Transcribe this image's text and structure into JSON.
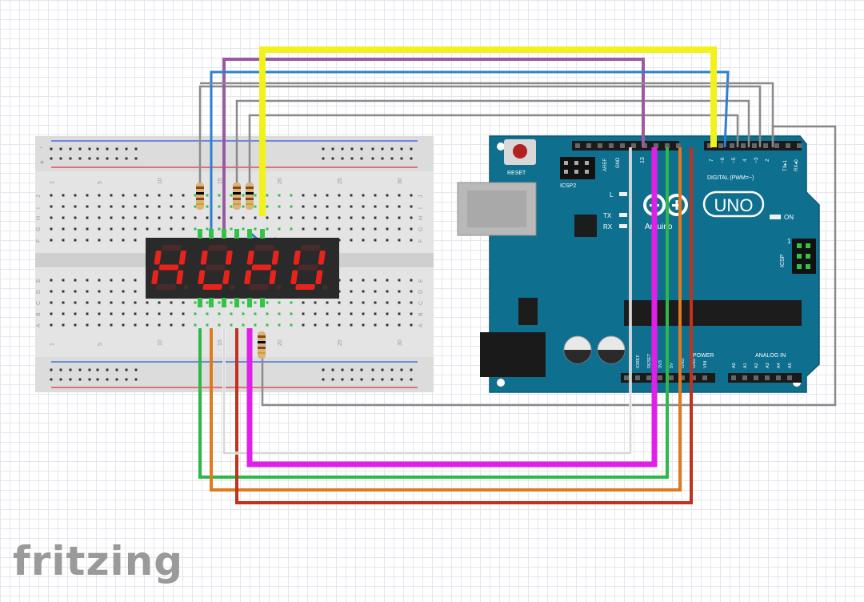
{
  "app": {
    "logo_text": "fritzing"
  },
  "colors": {
    "board": "#0f6f8f",
    "breadboard": "#e4e4e4",
    "display_body": "#2a2a2a",
    "segment_on": "#e8231c",
    "segment_off": "#4a2a2a",
    "wire_yellow": "#f2f21a",
    "wire_purple": "#9b5aa0",
    "wire_blue": "#2c7fd0",
    "wire_gray": "#8a8a8a",
    "wire_green": "#2fb84a",
    "wire_orange": "#e07a1f",
    "wire_red": "#c0321e",
    "wire_magenta": "#e020e8",
    "wire_white": "#f4f4f4"
  },
  "breadboard": {
    "rail_plus": "+",
    "rail_minus": "-",
    "row_letters_top": [
      "J",
      "I",
      "H",
      "G",
      "F"
    ],
    "row_letters_bottom": [
      "E",
      "D",
      "C",
      "B",
      "A"
    ],
    "column_numbers": [
      "1",
      "5",
      "10",
      "15",
      "20",
      "25",
      "30"
    ]
  },
  "display": {
    "text": "HUHU"
  },
  "arduino": {
    "reset_label": "RESET",
    "icsp2_label": "ICSP2",
    "icsp_label": "ICSP",
    "l_label": "L",
    "tx_label": "TX",
    "rx_label": "RX",
    "on_label": "ON",
    "brand_label": "Arduino",
    "model_label": "UNO",
    "digital_label": "DIGITAL (PWM=~)",
    "aref_label": "AREF",
    "gnd_label": "GND",
    "pin13_label": "13",
    "pin7_label": "7",
    "pin6_label": "~6",
    "pin5_label": "~5",
    "pin4_label": "4",
    "pin3_label": "~3",
    "pin2_label": "2",
    "tx_pin_label": "TX▸1",
    "rx_pin_label": "RX◂0",
    "power_label": "POWER",
    "analog_label": "ANALOG IN",
    "power_pins": [
      "IOREF",
      "RESET",
      "3V3",
      "5V",
      "GND",
      "GND",
      "VIN"
    ],
    "analog_pins": [
      "A0",
      "A1",
      "A2",
      "A3",
      "A4",
      "A5"
    ],
    "icsp_one": "1"
  }
}
